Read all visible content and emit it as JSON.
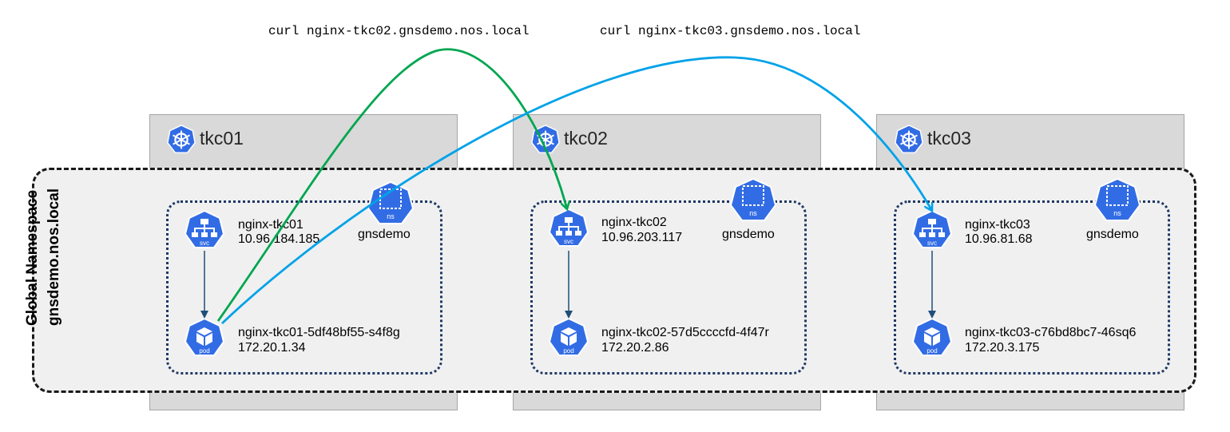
{
  "curl_commands": [
    "curl nginx-tkc02.gnsdemo.nos.local",
    "curl nginx-tkc03.gnsdemo.nos.local"
  ],
  "global_namespace": {
    "line1": "Global Namespace",
    "line2": "gnsdemo.nos.local"
  },
  "clusters": [
    {
      "name": "tkc01",
      "namespace": "gnsdemo",
      "ns_icon_label": "ns",
      "service": {
        "name": "nginx-tkc01",
        "ip": "10.96.184.185",
        "icon_label": "svc"
      },
      "pod": {
        "name": "nginx-tkc01-5df48bf55-s4f8g",
        "ip": "172.20.1.34",
        "icon_label": "pod"
      }
    },
    {
      "name": "tkc02",
      "namespace": "gnsdemo",
      "ns_icon_label": "ns",
      "service": {
        "name": "nginx-tkc02",
        "ip": "10.96.203.117",
        "icon_label": "svc"
      },
      "pod": {
        "name": "nginx-tkc02-57d5ccccfd-4f47r",
        "ip": "172.20.2.86",
        "icon_label": "pod"
      }
    },
    {
      "name": "tkc03",
      "namespace": "gnsdemo",
      "ns_icon_label": "ns",
      "service": {
        "name": "nginx-tkc03",
        "ip": "10.96.81.68",
        "icon_label": "svc"
      },
      "pod": {
        "name": "nginx-tkc03-c76bd8bc7-46sq6",
        "ip": "172.20.3.175",
        "icon_label": "pod"
      }
    }
  ],
  "colors": {
    "k8s_blue": "#326ce5",
    "arrow_green": "#00a650",
    "arrow_blue": "#00a2e8",
    "edge_dark_blue": "#1f4e79"
  },
  "icons": [
    "kubernetes-helm-icon",
    "service-icon",
    "pod-icon",
    "namespace-icon"
  ]
}
